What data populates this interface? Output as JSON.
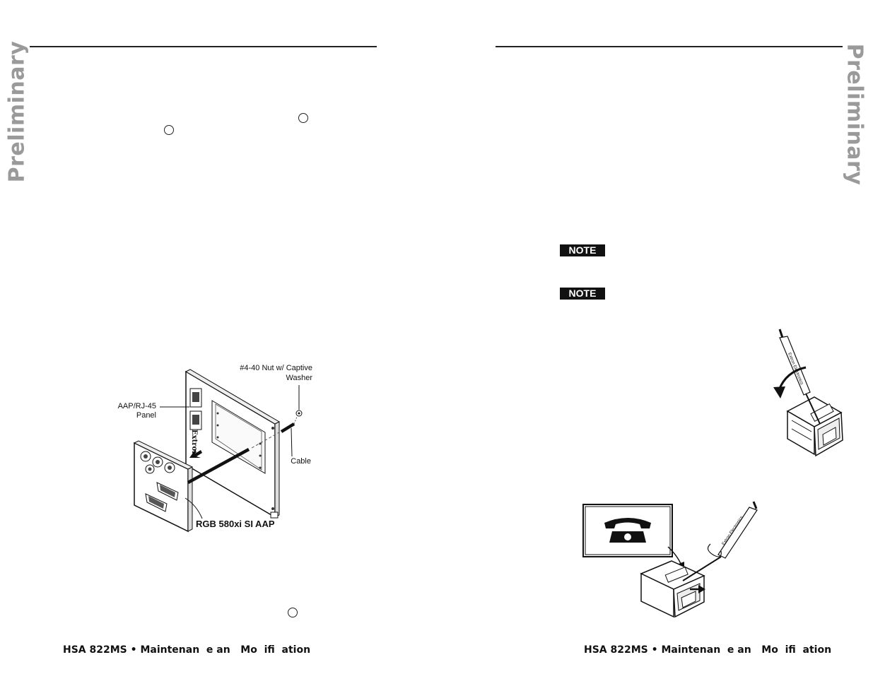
{
  "watermark": {
    "left": "Preliminary",
    "right": "Preliminary"
  },
  "notes": [
    "NOTE",
    "NOTE"
  ],
  "figure_left": {
    "label_nut": "#4-40 Nut w/ Captive",
    "label_washer": "Washer",
    "label_panel_1": "AAP/RJ-45",
    "label_panel_2": "Panel",
    "label_cable": "Cable",
    "label_aap": "RGB 580xi SI AAP",
    "panel_brand": "Extron"
  },
  "footer": {
    "left": "HSA 822MS • Maintenan  e an   Mo  ifi  ation",
    "right": "HSA 822MS • Maintenan  e an   Mo  ifi  ation"
  },
  "icons": [
    "circle-callout-icon",
    "telephone-icon",
    "screwdriver-icon",
    "rj45-jack-icon"
  ]
}
